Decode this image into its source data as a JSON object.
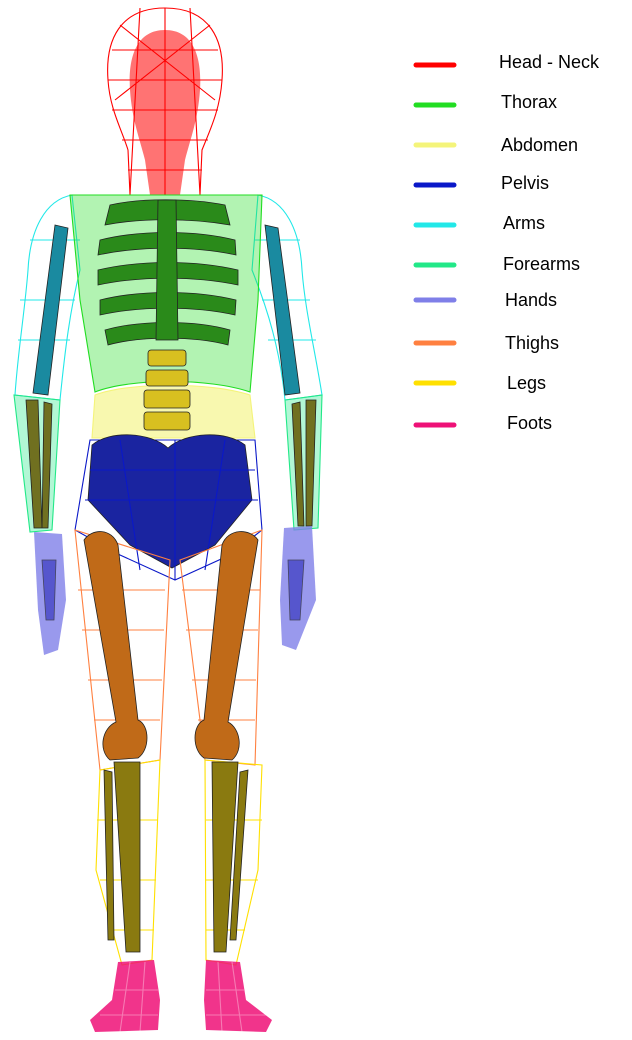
{
  "legend": [
    {
      "label": "Head - Neck",
      "color": "#ff0000"
    },
    {
      "label": "Thorax",
      "color": "#22dd22"
    },
    {
      "label": "Abdomen",
      "color": "#f4f47a"
    },
    {
      "label": "Pelvis",
      "color": "#0a18c8"
    },
    {
      "label": "Arms",
      "color": "#22e8e8"
    },
    {
      "label": "Forearms",
      "color": "#22e888"
    },
    {
      "label": "Hands",
      "color": "#7f7fe8"
    },
    {
      "label": "Thighs",
      "color": "#ff8040"
    },
    {
      "label": "Legs",
      "color": "#ffe000"
    },
    {
      "label": "Foots",
      "color": "#ee1177"
    }
  ],
  "colors": {
    "bone_thorax": "#2a8a1a",
    "bone_spine": "#d8c020",
    "bone_pelvis": "#1a24a0",
    "bone_femur": "#c06a18",
    "bone_tibia": "#8a7a10",
    "bone_arm": "#1a8aa0",
    "bone_forearm": "#707020",
    "bone_hand": "#3a3ac0",
    "legs_wire": "#ffc000"
  }
}
